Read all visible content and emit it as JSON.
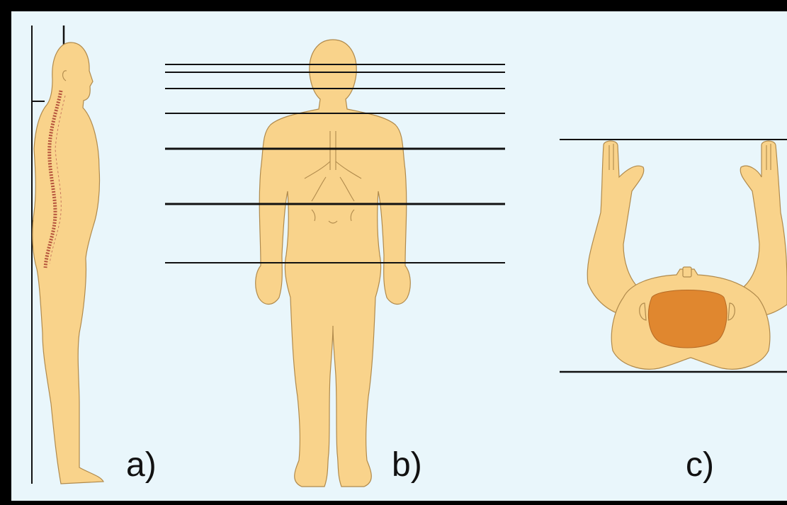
{
  "panels": [
    {
      "id": "a",
      "label": "a)",
      "view": "side"
    },
    {
      "id": "b",
      "label": "b)",
      "view": "back"
    },
    {
      "id": "c",
      "label": "c)",
      "view": "top"
    }
  ],
  "colors": {
    "background": "#e9f6fb",
    "frame": "#000000",
    "skin": "#f9d38b",
    "skin_outline": "#b08a4c",
    "head_top": "#e0872f",
    "spine": "#b5533c",
    "reference_lines": "#111111"
  }
}
